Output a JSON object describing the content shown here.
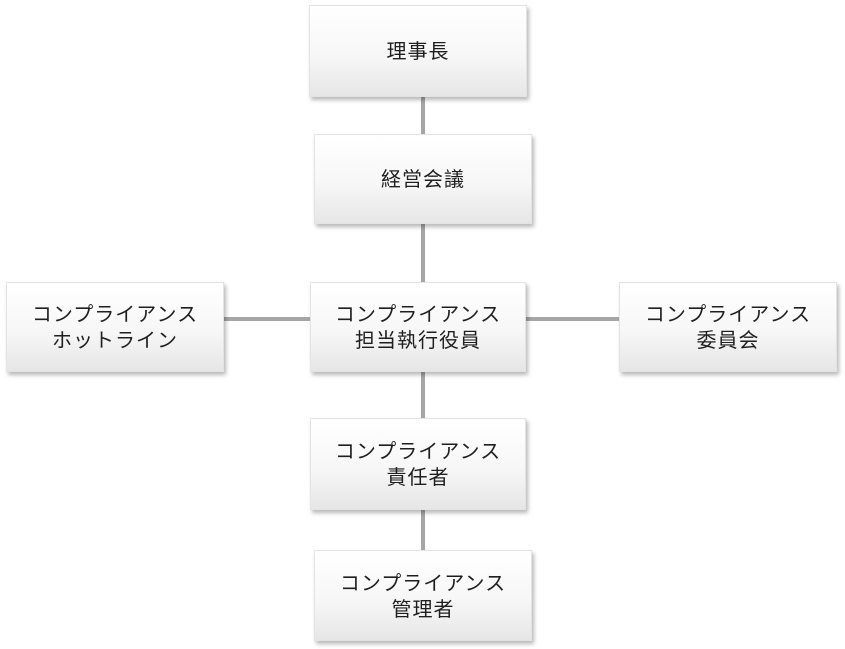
{
  "org_chart": {
    "chairman": {
      "label": "理事長"
    },
    "management_council": {
      "label": "経営会議"
    },
    "chief_compliance_officer": {
      "line1": "コンプライアンス",
      "line2": "担当執行役員"
    },
    "compliance_hotline": {
      "line1": "コンプライアンス",
      "line2": "ホットライン"
    },
    "compliance_committee": {
      "line1": "コンプライアンス",
      "line2": "委員会"
    },
    "compliance_manager": {
      "line1": "コンプライアンス",
      "line2": "責任者"
    },
    "compliance_administrator": {
      "line1": "コンプライアンス",
      "line2": "管理者"
    }
  },
  "colors": {
    "connector": "#a6a6a6",
    "box_top": "#ffffff",
    "box_bottom": "#e6e6e6",
    "text": "#1f1f1f"
  }
}
